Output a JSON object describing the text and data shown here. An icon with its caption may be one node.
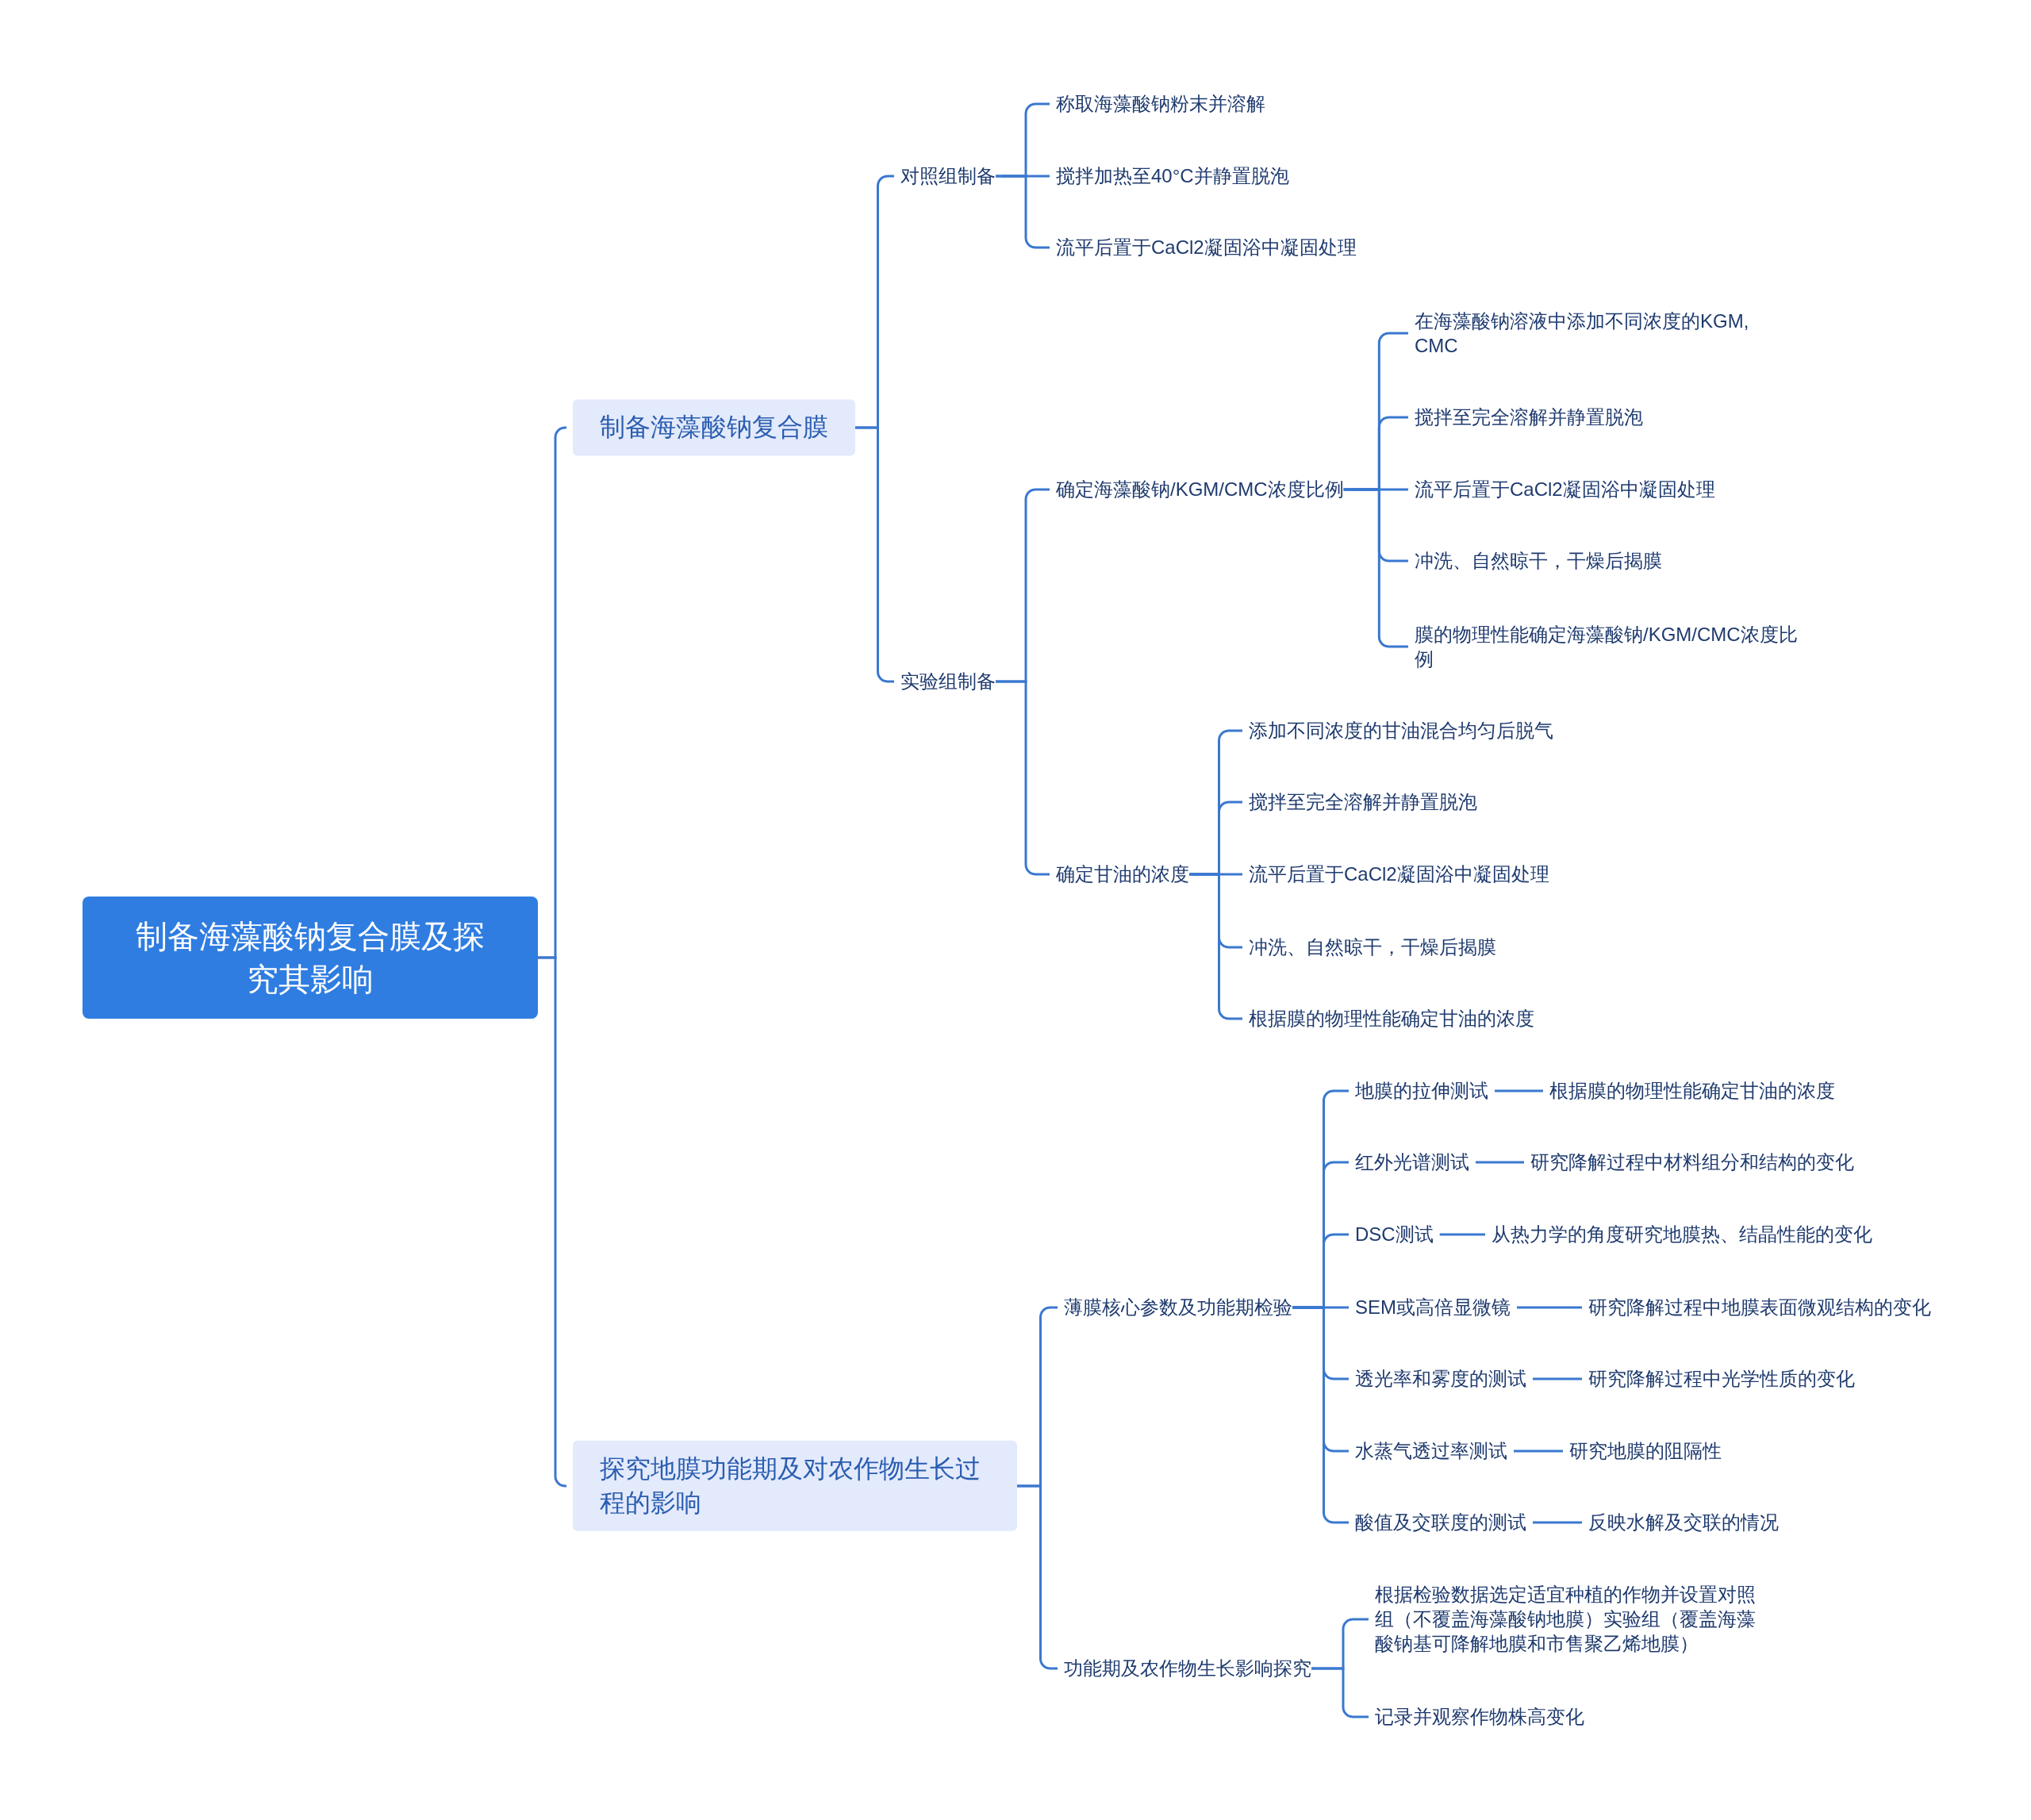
{
  "diagram": {
    "nodes": [
      {
        "text": [
          "制备海藻酸钠复合膜及探究其影响"
        ]
      },
      {
        "text": [
          "制备海藻酸钠复合膜"
        ]
      },
      {
        "text": [
          "对照组制备"
        ]
      },
      {
        "text": [
          "称取海藻酸钠粉末并溶解"
        ]
      },
      {
        "text": [
          "搅拌加热至40°C并静置脱泡"
        ]
      },
      {
        "text": [
          "流平后置于CaCl2凝固浴中凝固处理"
        ]
      },
      {
        "text": [
          "实验组制备"
        ]
      },
      {
        "text": [
          "确定海藻酸钠/KGM/CMC浓度比例"
        ]
      },
      {
        "text": [
          "在海藻酸钠溶液中添加不同浓度的KGM, CMC"
        ]
      },
      {
        "text": [
          "搅拌至完全溶解并静置脱泡"
        ]
      },
      {
        "text": [
          "流平后置于CaCl2凝固浴中凝固处理"
        ]
      },
      {
        "text": [
          "冲洗、自然晾干，干燥后揭膜"
        ]
      },
      {
        "text": [
          "膜的物理性能确定海藻酸钠/KGM/CMC浓度比例"
        ]
      },
      {
        "text": [
          "确定甘油的浓度"
        ]
      },
      {
        "text": [
          "添加不同浓度的甘油混合均匀后脱气"
        ]
      },
      {
        "text": [
          "搅拌至完全溶解并静置脱泡"
        ]
      },
      {
        "text": [
          "流平后置于CaCl2凝固浴中凝固处理"
        ]
      },
      {
        "text": [
          "冲洗、自然晾干，干燥后揭膜"
        ]
      },
      {
        "text": [
          "根据膜的物理性能确定甘油的浓度"
        ]
      },
      {
        "text": [
          "探究地膜功能期及对农作物生长过程的影响"
        ]
      },
      {
        "text": [
          "薄膜核心参数及功能期检验"
        ]
      },
      {
        "text": [
          "地膜的拉伸测试"
        ]
      },
      {
        "text": [
          "根据膜的物理性能确定甘油的浓度"
        ]
      },
      {
        "text": [
          "红外光谱测试"
        ]
      },
      {
        "text": [
          "研究降解过程中材料组分和结构的变化"
        ]
      },
      {
        "text": [
          "DSC测试"
        ]
      },
      {
        "text": [
          "从热力学的角度研究地膜热、结晶性能的变化"
        ]
      },
      {
        "text": [
          "SEM或高倍显微镜"
        ]
      },
      {
        "text": [
          "研究降解过程中地膜表面微观结构的变化"
        ]
      },
      {
        "text": [
          "透光率和雾度的测试"
        ]
      },
      {
        "text": [
          "研究降解过程中光学性质的变化"
        ]
      },
      {
        "text": [
          "水蒸气透过率测试"
        ]
      },
      {
        "text": [
          "研究地膜的阻隔性"
        ]
      },
      {
        "text": [
          "酸值及交联度的测试"
        ]
      },
      {
        "text": [
          "反映水解及交联的情况"
        ]
      },
      {
        "text": [
          "功能期及农作物生长影响探究"
        ]
      },
      {
        "text": [
          "根据检验数据选定适宜种植的作物并设置对照组（不覆盖海藻酸钠地膜）实验组（覆盖海藻酸钠基可降解地膜和市售聚乙烯地膜）"
        ]
      },
      {
        "text": [
          "记录并观察作物株高变化"
        ]
      }
    ],
    "edges": [
      {
        "from": 0,
        "to": 1,
        "arrow": "none"
      },
      {
        "from": 0,
        "to": 19,
        "arrow": "none"
      },
      {
        "from": 1,
        "to": 2,
        "arrow": "none"
      },
      {
        "from": 1,
        "to": 6,
        "arrow": "none"
      },
      {
        "from": 2,
        "to": 3,
        "arrow": "none"
      },
      {
        "from": 2,
        "to": 4,
        "arrow": "none"
      },
      {
        "from": 2,
        "to": 5,
        "arrow": "none"
      },
      {
        "from": 6,
        "to": 7,
        "arrow": "none"
      },
      {
        "from": 6,
        "to": 13,
        "arrow": "none"
      },
      {
        "from": 7,
        "to": 8,
        "arrow": "none"
      },
      {
        "from": 7,
        "to": 9,
        "arrow": "none"
      },
      {
        "from": 7,
        "to": 10,
        "arrow": "none"
      },
      {
        "from": 7,
        "to": 11,
        "arrow": "none"
      },
      {
        "from": 7,
        "to": 12,
        "arrow": "none"
      },
      {
        "from": 13,
        "to": 14,
        "arrow": "none"
      },
      {
        "from": 13,
        "to": 15,
        "arrow": "none"
      },
      {
        "from": 13,
        "to": 16,
        "arrow": "none"
      },
      {
        "from": 13,
        "to": 17,
        "arrow": "none"
      },
      {
        "from": 13,
        "to": 18,
        "arrow": "none"
      },
      {
        "from": 19,
        "to": 20,
        "arrow": "none"
      },
      {
        "from": 19,
        "to": 35,
        "arrow": "none"
      },
      {
        "from": 20,
        "to": 21,
        "arrow": "none"
      },
      {
        "from": 20,
        "to": 23,
        "arrow": "none"
      },
      {
        "from": 20,
        "to": 25,
        "arrow": "none"
      },
      {
        "from": 20,
        "to": 27,
        "arrow": "none"
      },
      {
        "from": 20,
        "to": 29,
        "arrow": "none"
      },
      {
        "from": 20,
        "to": 31,
        "arrow": "none"
      },
      {
        "from": 20,
        "to": 33,
        "arrow": "none"
      },
      {
        "from": 21,
        "to": 22,
        "arrow": "none"
      },
      {
        "from": 23,
        "to": 24,
        "arrow": "none"
      },
      {
        "from": 25,
        "to": 26,
        "arrow": "none"
      },
      {
        "from": 27,
        "to": 28,
        "arrow": "none"
      },
      {
        "from": 29,
        "to": 30,
        "arrow": "none"
      },
      {
        "from": 31,
        "to": 32,
        "arrow": "none"
      },
      {
        "from": 33,
        "to": 34,
        "arrow": "none"
      },
      {
        "from": 35,
        "to": 36,
        "arrow": "none"
      },
      {
        "from": 35,
        "to": 37,
        "arrow": "none"
      }
    ]
  }
}
